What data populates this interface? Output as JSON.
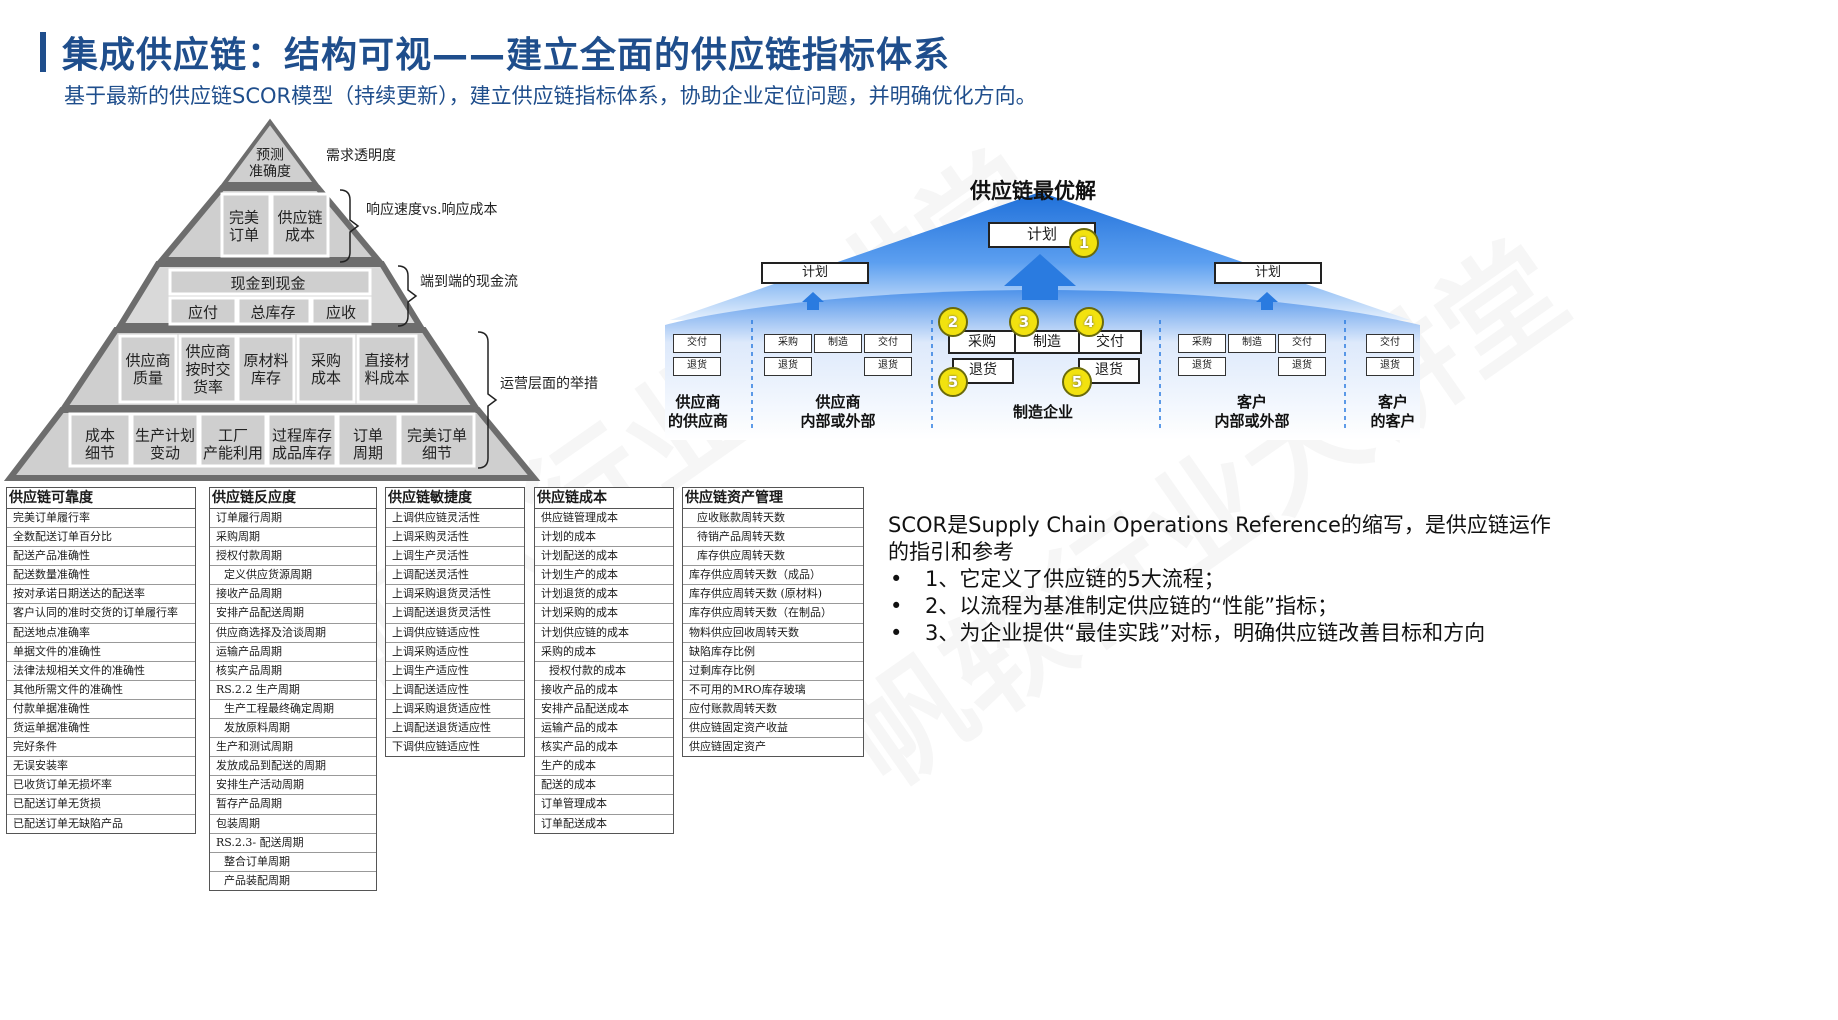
{
  "header": {
    "title": "集成供应链：结构可视——建立全面的供应链指标体系",
    "subtitle": "基于最新的供应链SCOR模型（持续更新），建立供应链指标体系，协助企业定位问题，并明确优化方向。"
  },
  "pyramid": {
    "top": "预测\n准确度",
    "tier2": [
      "完美\n订单",
      "供应链\n成本"
    ],
    "tier3_header": "现金到现金",
    "tier3": [
      "应付",
      "总库存",
      "应收"
    ],
    "tier4": [
      "供应商\n质量",
      "供应商\n按时交\n货率",
      "原材料\n库存",
      "采购\n成本",
      "直接材\n料成本"
    ],
    "tier5": [
      "成本\n细节",
      "生产计划\n变动",
      "工厂\n产能利用",
      "过程库存\n成品库存",
      "订单\n周期",
      "完美订单\n细节"
    ],
    "side_labels": [
      "需求透明度",
      "响应速度vs.响应成本",
      "端到端的现金流",
      "运营层面的举措"
    ]
  },
  "tables": [
    {
      "title": "供应链可靠度",
      "rows": [
        "完美订单履行率",
        "全数配送订单百分比",
        "配送产品准确性",
        "配送数量准确性",
        "按对承诺日期送达的配送率",
        "客户认同的准时交货的订单履行率",
        "配送地点准确率",
        "单据文件的准确性",
        "法律法规相关文件的准确性",
        "其他所需文件的准确性",
        "付款单据准确性",
        "货运单据准确性",
        "完好条件",
        "无误安装率",
        "已收货订单无损坏率",
        "已配送订单无货损",
        "已配送订单无缺陷产品"
      ]
    },
    {
      "title": "供应链反应度",
      "rows": [
        "订单履行周期",
        "采购周期",
        "授权付款周期",
        "定义供应货源周期",
        "接收产品周期",
        "安排产品配送周期",
        "供应商选择及洽谈周期",
        "运输产品周期",
        "核实产品周期",
        "RS.2.2 生产周期",
        "生产工程最终确定周期",
        "发放原料周期",
        "生产和测试周期",
        "发放成品到配送的周期",
        "安排生产活动周期",
        "暂存产品周期",
        "包装周期",
        "RS.2.3- 配送周期",
        "整合订单周期",
        "产品装配周期"
      ],
      "indent": [
        3,
        10,
        11,
        18,
        19
      ]
    },
    {
      "title": "供应链敏捷度",
      "rows": [
        "上调供应链灵活性",
        "上调采购灵活性",
        "上调生产灵活性",
        "上调配送灵活性",
        "上调采购退货灵活性",
        "上调配送退货灵活性",
        "上调供应链适应性",
        "上调采购适应性",
        "上调生产适应性",
        "上调配送适应性",
        "上调采购退货适应性",
        "上调配送退货适应性",
        "下调供应链适应性"
      ]
    },
    {
      "title": "供应链成本",
      "rows": [
        "供应链管理成本",
        "计划的成本",
        "计划配送的成本",
        "计划生产的成本",
        "计划退货的成本",
        "计划采购的成本",
        "计划供应链的成本",
        "采购的成本",
        "授权付款的成本",
        "接收产品的成本",
        "安排产品配送成本",
        "运输产品的成本",
        "核实产品的成本",
        "生产的成本",
        "配送的成本",
        "订单管理成本",
        "订单配送成本"
      ],
      "indent": [
        8
      ]
    },
    {
      "title": "供应链资产管理",
      "rows": [
        "应收账款周转天数",
        "待销产品周转天数",
        "库存供应周转天数",
        "库存供应周转天数（成品）",
        "库存供应周转天数 (原材料)",
        "库存供应周转天数（在制品）",
        "物料供应回收周转天数",
        "缺陷库存比例",
        "过剩库存比例",
        "不可用的MRO库存玻璃",
        "应付账款周转天数",
        "供应链固定资产收益",
        "供应链固定资产"
      ],
      "indent": [
        0,
        1,
        2
      ]
    }
  ],
  "diagram": {
    "title": "供应链最优解",
    "center_plan": "计划",
    "side_plan": "计划",
    "small": {
      "deliver": "交付",
      "return": "退货",
      "source": "采购",
      "make": "制造"
    },
    "big": {
      "source": "采购",
      "make": "制造",
      "deliver": "交付",
      "return": "退货"
    },
    "badges": [
      "1",
      "2",
      "3",
      "4",
      "5",
      "5"
    ],
    "labels": [
      "供应商\n的供应商",
      "供应商\n内部或外部",
      "制造企业",
      "客户\n内部或外部",
      "客户\n的客户"
    ],
    "colors": {
      "blue": "#1e6fd9",
      "light_blue": "#dbe9fb",
      "badge": "#f2e20f"
    }
  },
  "description": {
    "intro": "SCOR是Supply Chain Operations Reference的缩写，是供应链运作的指引和参考",
    "points": [
      "1、它定义了供应链的5大流程；",
      "2、以流程为基准制定供应链的“性能”指标；",
      "3、为企业提供“最佳实践”对标，明确供应链改善目标和方向"
    ]
  }
}
